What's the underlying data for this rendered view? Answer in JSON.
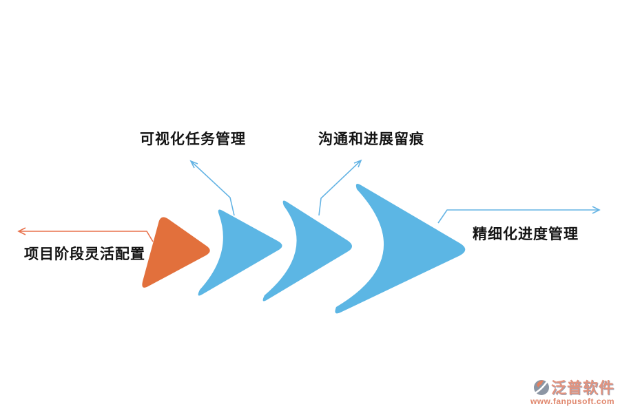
{
  "diagram": {
    "type": "process-flow",
    "steps": [
      {
        "id": "step-1",
        "label": "项目阶段灵活配置",
        "shape": "rounded-triangle",
        "color": "#E2703C",
        "label_side": "left"
      },
      {
        "id": "step-2",
        "label": "可视化任务管理",
        "shape": "chevron-arrow",
        "color": "#5CB6E4",
        "label_side": "top-left"
      },
      {
        "id": "step-3",
        "label": "沟通和进展留痕",
        "shape": "chevron-arrow",
        "color": "#5CB6E4",
        "label_side": "top-right"
      },
      {
        "id": "step-4",
        "label": "精细化进度管理",
        "shape": "chevron-arrow-large",
        "color": "#5CB6E4",
        "label_side": "right"
      }
    ],
    "colors": {
      "orange_shape": "#E2703C",
      "blue_shape": "#5CB6E4",
      "orange_leader": "#E8714B",
      "blue_leader": "#63B3E4",
      "label_text": "#141414",
      "background": "#FFFFFF"
    }
  },
  "watermark": {
    "brand": "泛普软件",
    "url": "www.fanpusoft.com",
    "brand_color": "#E2937E",
    "url_color": "#E0876D",
    "logo_gray": "#8C96A4",
    "logo_accent": "#E08060"
  }
}
